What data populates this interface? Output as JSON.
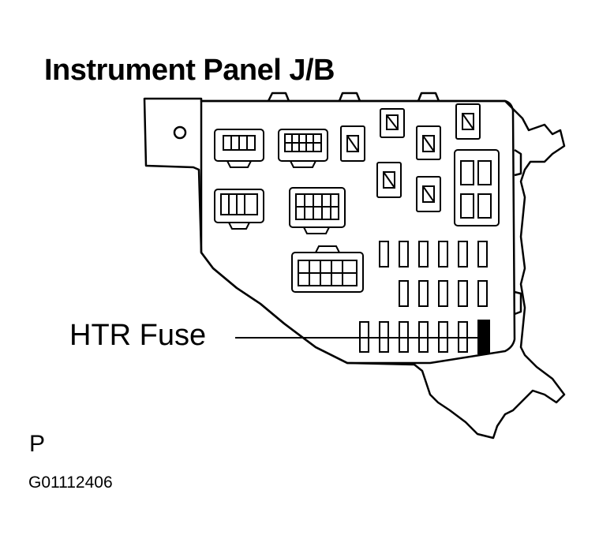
{
  "diagram": {
    "title": "Instrument Panel J/B",
    "callout_label": "HTR Fuse",
    "view_letter": "P",
    "figure_id": "G01112406"
  },
  "fuse_grid": {
    "highlighted": "HTR",
    "highlight_color": "#000000"
  }
}
